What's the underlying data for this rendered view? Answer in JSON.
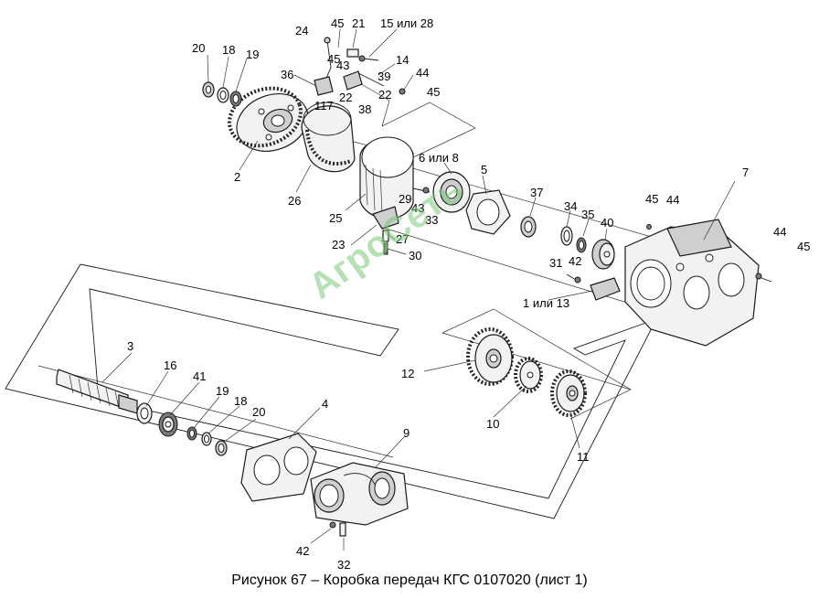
{
  "caption": "Рисунок 67 – Коробка передач КГС 0107020 (лист 1)",
  "watermark": "АгроСеть",
  "colors": {
    "line": "#1a1a1a",
    "watermark": "#78c878"
  },
  "labels": {
    "p20a": "20",
    "p18a": "18",
    "p19a": "19",
    "p36": "36",
    "p24": "24",
    "p45a": "45",
    "p21": "21",
    "p15_28": "15 или 28",
    "p43a": "43",
    "p14": "14",
    "p39": "39",
    "p44a": "44",
    "p45b": "45",
    "p45c": "45",
    "p22a": "22",
    "p22b": "22",
    "p117": "117",
    "p38": "38",
    "p2": "2",
    "p26": "26",
    "p6_8": "6 или 8",
    "p5": "5",
    "p29": "29",
    "p43b": "43",
    "p33": "33",
    "p25": "25",
    "p37": "37",
    "p34": "34",
    "p35": "35",
    "p40": "40",
    "p45d": "45",
    "p44b": "44",
    "p7": "7",
    "p23": "23",
    "p27": "27",
    "p30": "30",
    "p31": "31",
    "p42a": "42",
    "p44c": "44",
    "p45e": "45",
    "p1_13": "1 или 13",
    "p12": "12",
    "p3": "3",
    "p16": "16",
    "p41": "41",
    "p19b": "19",
    "p18b": "18",
    "p20b": "20",
    "p10": "10",
    "p11": "11",
    "p4": "4",
    "p9": "9",
    "p42b": "42",
    "p32": "32"
  }
}
